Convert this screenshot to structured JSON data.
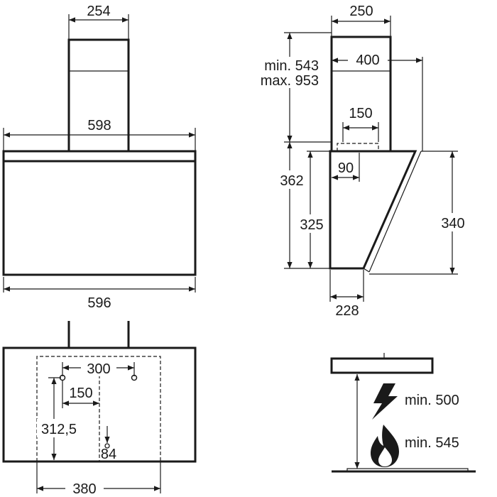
{
  "front_view": {
    "chimney_width": "254",
    "canopy_top_width": "598",
    "body_width": "596"
  },
  "side_view": {
    "chimney_depth": "250",
    "bracket_depth": "400",
    "chimney_height_min": "min. 543",
    "chimney_height_max": "max. 953",
    "duct_offset": "150",
    "duct_depth": "90",
    "total_height": "362",
    "body_height": "325",
    "front_height": "340",
    "bottom_depth": "228"
  },
  "wall_mount_view": {
    "screw_spacing": "300",
    "screw_offset": "150",
    "screw_height": "312,5",
    "bottom_offset": "84",
    "template_width": "380"
  },
  "install_heights": {
    "electric_label": "min. 500",
    "gas_label": "min. 545",
    "electric_icon": "lightning-bolt-icon",
    "gas_icon": "flame-icon"
  }
}
